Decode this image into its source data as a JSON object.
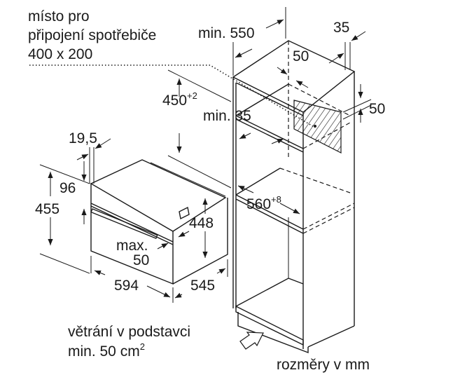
{
  "connection_note": {
    "line1": "místo pro",
    "line2": "připojení spotřebiče",
    "line3": "400 x 200"
  },
  "dimensions": {
    "min_550": "min. 550",
    "d35": "35",
    "d50_top": "50",
    "d450": "450",
    "d450_tol": "+2",
    "min_35": "min. 35",
    "d50_right": "50",
    "d19_5": "19,5",
    "d96": "96",
    "d455": "455",
    "d448": "448",
    "max_label": "max.",
    "max_50": "50",
    "d594": "594",
    "d545": "545",
    "d560": "560",
    "d560_tol": "+8"
  },
  "ventilation_note": {
    "line1": "větrání v podstavci",
    "line2": "min. 50 cm",
    "line2_sup": "2"
  },
  "units_note": "rozměry v mm"
}
